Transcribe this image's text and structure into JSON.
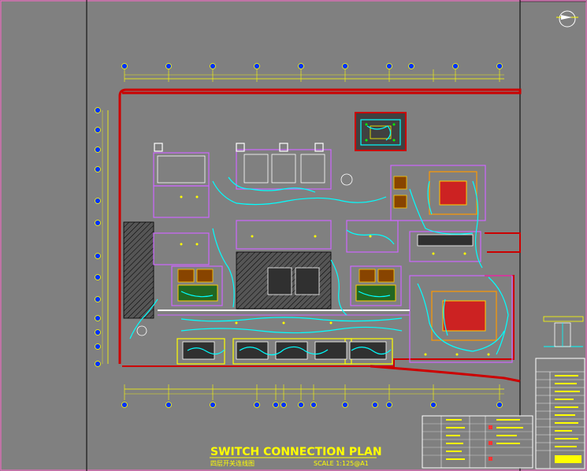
{
  "drawing": {
    "title": "SWITCH CONNECTION PLAN",
    "subtitle": "四层开关连线图",
    "scale": "SCALE 1:125@A1"
  },
  "colors": {
    "background": "#808080",
    "wall": "#cc0000",
    "wiring": "#00ffff",
    "dimension": "#ffff00",
    "furniture": "#ffffff",
    "partition": "#800080",
    "feature": "#ff3333",
    "grid_bubble": "#0000ff"
  },
  "icons": {
    "north_arrow": "north-arrow-icon",
    "grid_bubble": "grid-bubble-icon"
  }
}
